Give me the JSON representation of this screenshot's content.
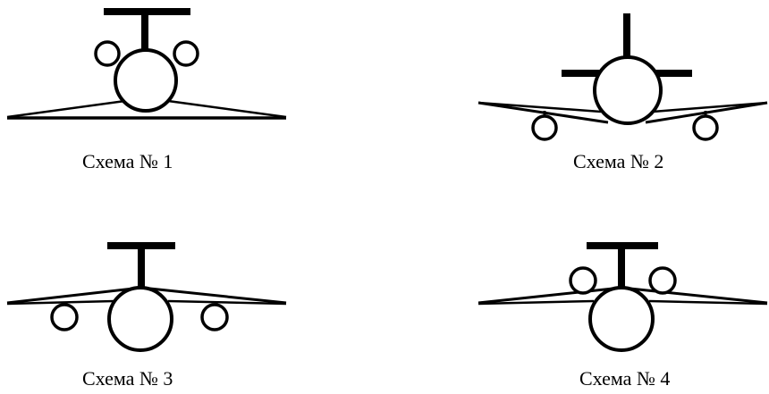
{
  "schemes": [
    {
      "label": "Схема № 1"
    },
    {
      "label": "Схема № 2"
    },
    {
      "label": "Схема № 3"
    },
    {
      "label": "Схема № 4"
    }
  ],
  "colors": {
    "background": "#ffffff",
    "ink": "#000000"
  }
}
